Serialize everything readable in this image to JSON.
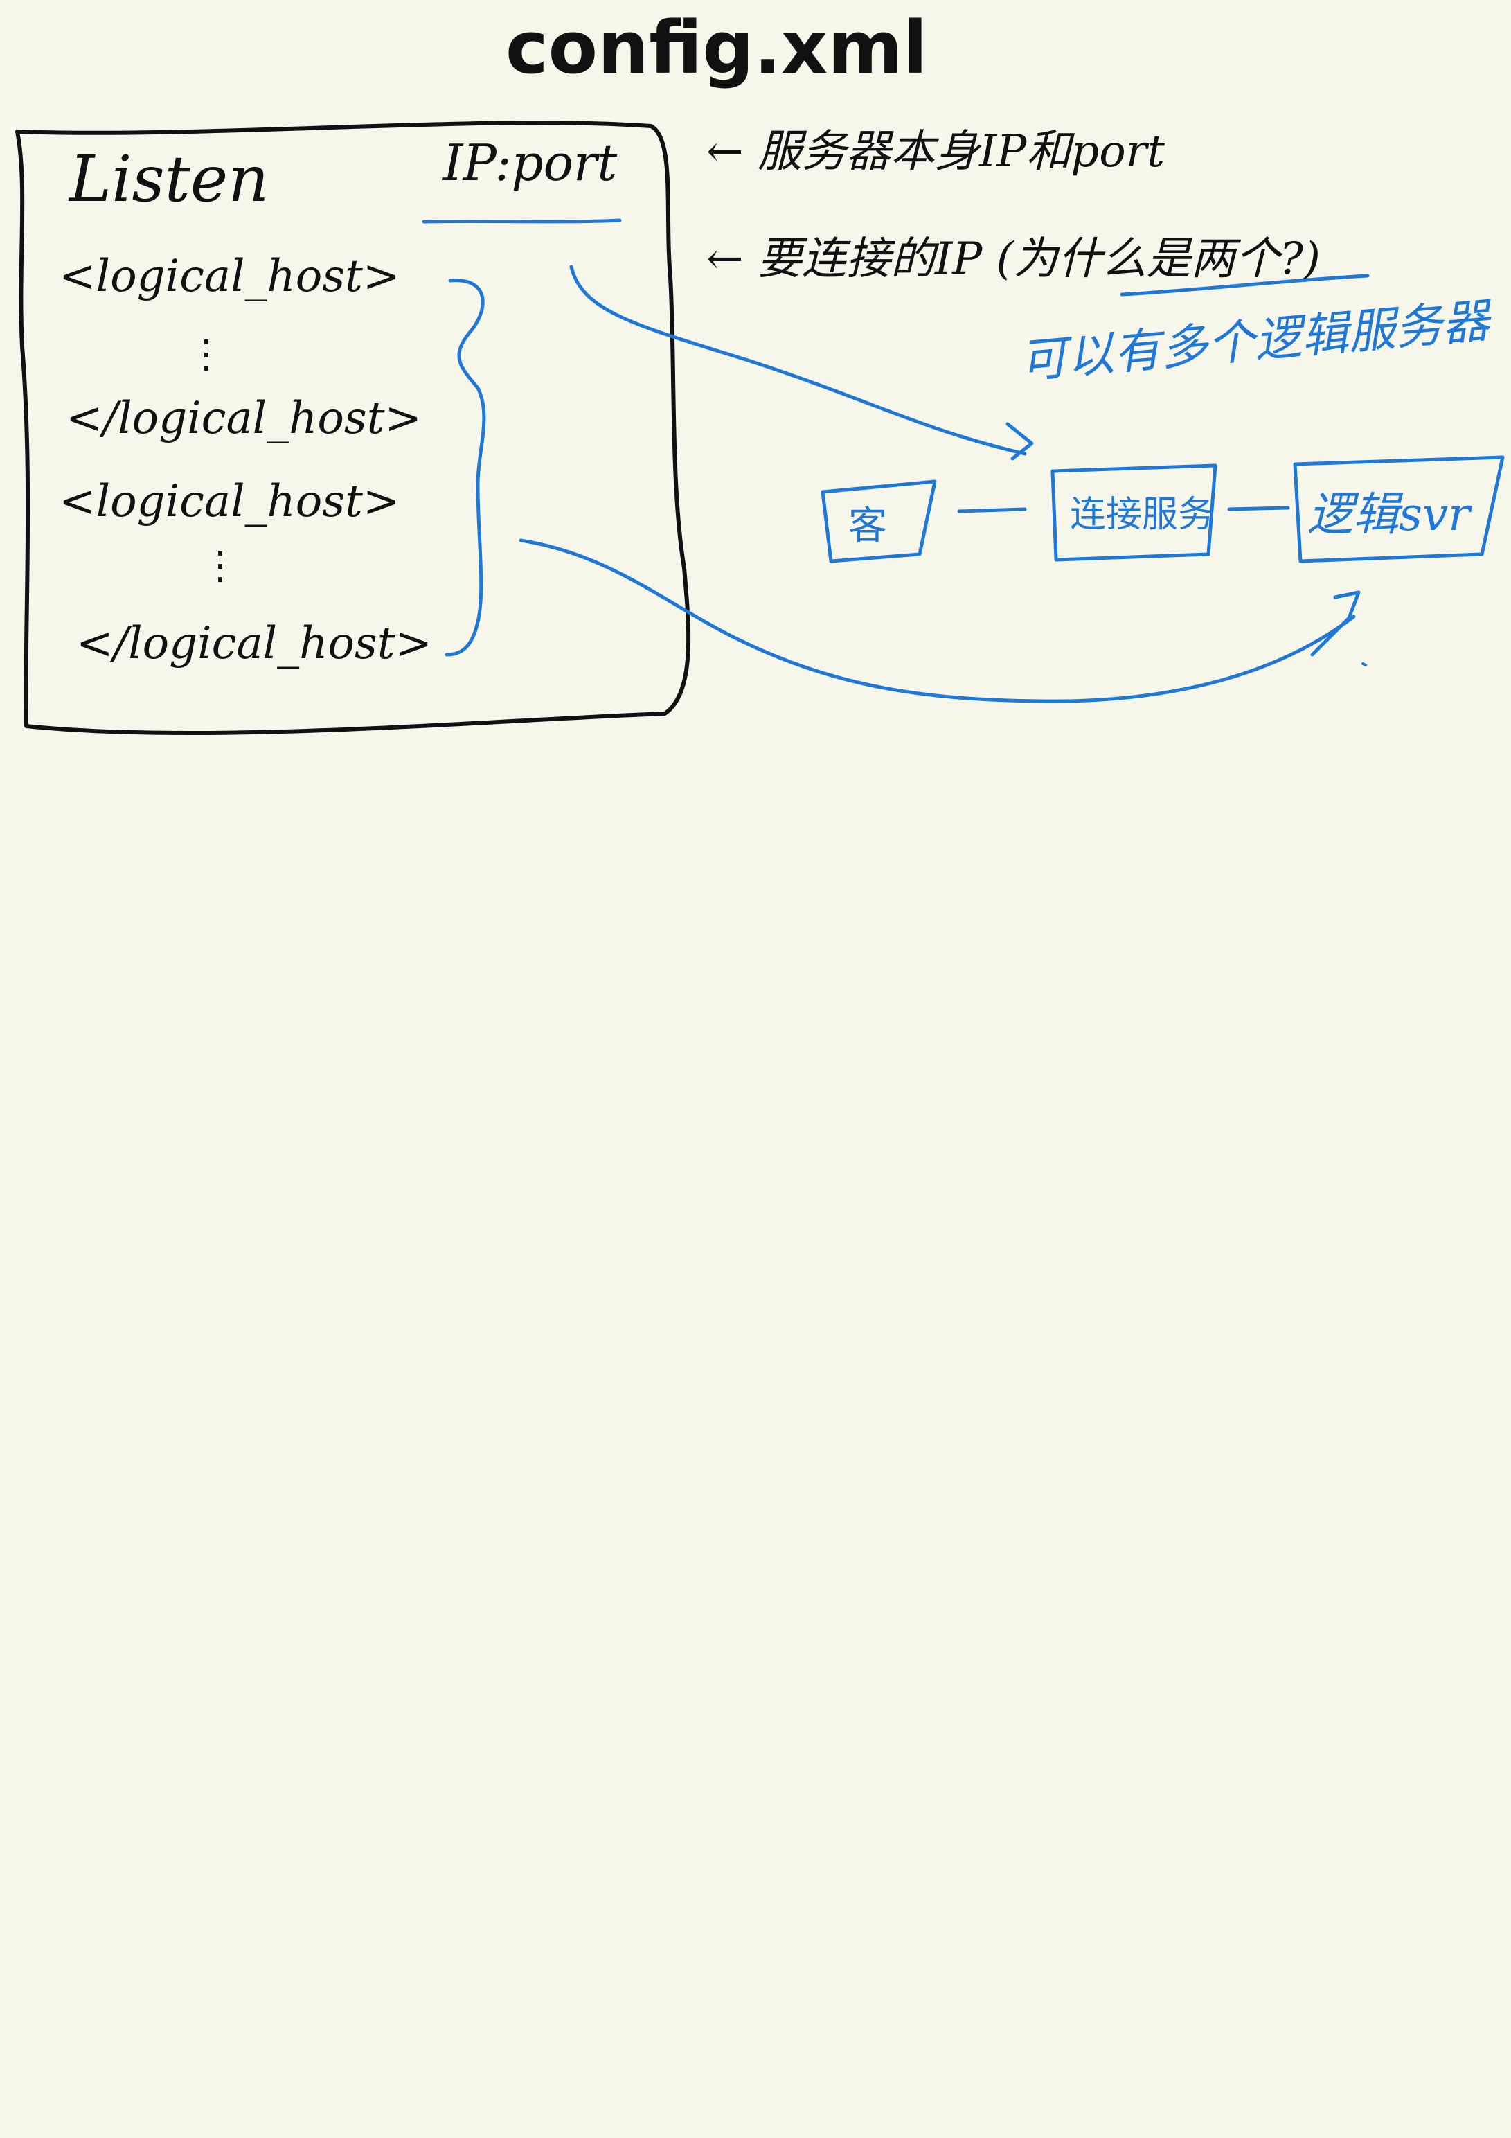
{
  "page": {
    "title": "config.xml",
    "ink_black": "#111111",
    "ink_blue": "#1f78d8",
    "paper": "#f7f6ea"
  },
  "config_box": {
    "listen": "Listen",
    "ip_port": "IP:port",
    "lines": [
      "<logical_host>",
      "⋮",
      "</logical_host>",
      "<logical_host>",
      "⋮",
      "</logical_host>"
    ]
  },
  "annotations": {
    "listen_note": "← 服务器本身IP和port",
    "ip_port_note": "← 要连接的IP (为什么是两个?)",
    "multi_logic": "可以有多个逻辑服务器"
  },
  "flow": {
    "client": "客",
    "gateway": "连接服务",
    "logic_server": "逻辑svr"
  }
}
